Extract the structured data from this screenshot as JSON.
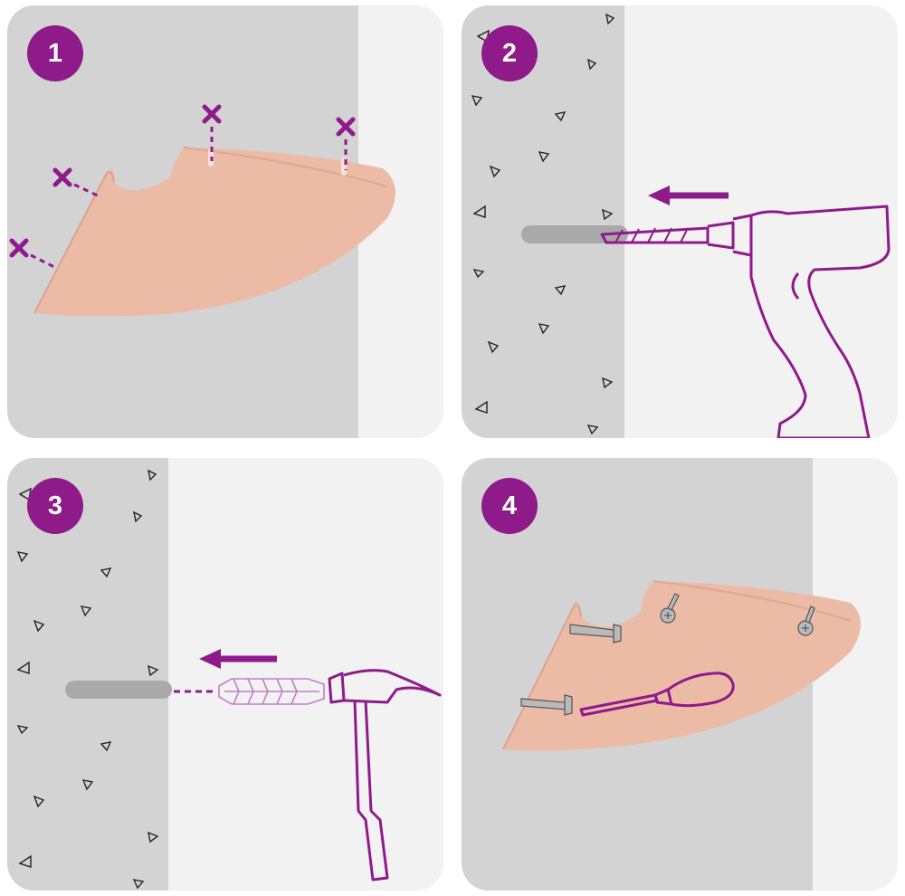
{
  "colors": {
    "accent": "#8f1a8a",
    "wall": "#d3d3d3",
    "background": "#f2f2f2",
    "shelf": "#ebbba6",
    "hole": "#a9a9a9",
    "screw": "#b9b9b9"
  },
  "steps": [
    {
      "number": "1",
      "icon": "mark-holes-icon"
    },
    {
      "number": "2",
      "icon": "drill-icon"
    },
    {
      "number": "3",
      "icon": "hammer-icon"
    },
    {
      "number": "4",
      "icon": "screwdriver-icon"
    }
  ]
}
